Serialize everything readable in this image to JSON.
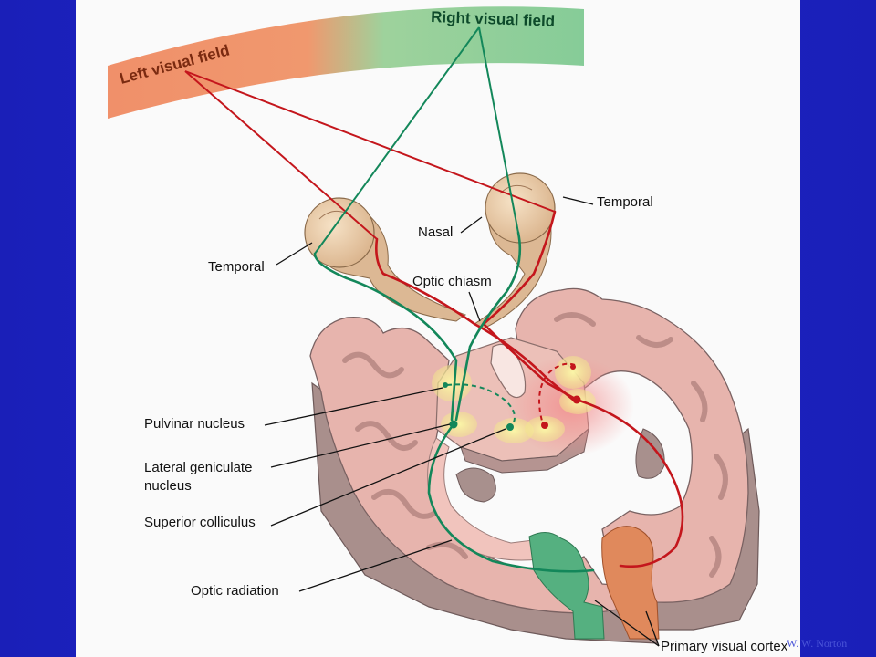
{
  "diagram": {
    "visual_fields": {
      "left": "Left visual field",
      "right": "Right visual field"
    },
    "labels": {
      "temporal_left": "Temporal",
      "nasal": "Nasal",
      "temporal_right": "Temporal",
      "optic_chiasm": "Optic chiasm",
      "pulvinar": "Pulvinar nucleus",
      "lgn_line1": "Lateral geniculate",
      "lgn_line2": "nucleus",
      "superior_colliculus": "Superior colliculus",
      "optic_radiation": "Optic radiation",
      "primary_visual_cortex": "Primary visual cortex"
    },
    "credit": "W. W. Norton"
  },
  "colors": {
    "left_field": "#f0906a",
    "right_field": "#86cc98",
    "red_pathway": "#c4161c",
    "green_pathway": "#13875a",
    "brain_tissue": "#e9b4ae",
    "brain_edge": "#7a6a6a",
    "eye": "#e8c9a4",
    "background": "#1e26c9"
  }
}
